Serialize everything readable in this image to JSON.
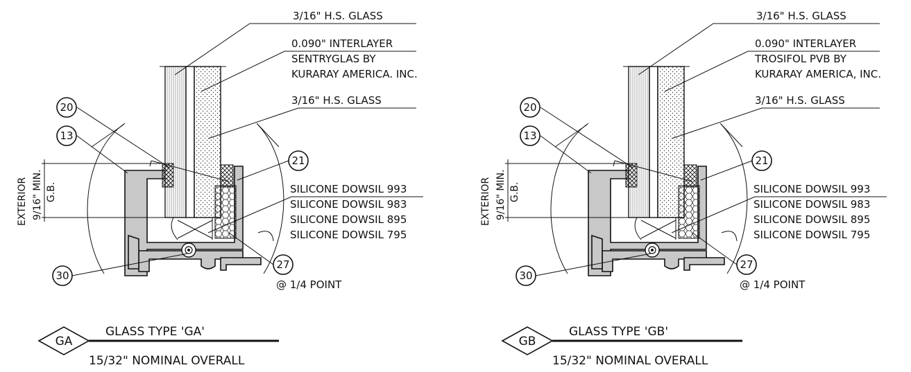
{
  "details": [
    {
      "tag": "GA",
      "title": "GLASS TYPE 'GA'",
      "subtitle": "15/32\" NOMINAL OVERALL",
      "labels": {
        "glass_outer": "3/16\" H.S. GLASS",
        "interlayer_line1": "0.090\" INTERLAYER",
        "interlayer_line2": "SENTRYGLAS BY",
        "interlayer_line3": "KURARAY AMERICA. INC.",
        "glass_inner": "3/16\" H.S. GLASS",
        "silicone_1": "SILICONE DOWSIL 993",
        "silicone_2": "SILICONE DOWSIL 983",
        "silicone_3": "SILICONE DOWSIL 895",
        "silicone_4": "SILICONE DOWSIL 795",
        "point_note": "@ 1/4 POINT",
        "exterior": "EXTERIOR",
        "bite_dim": "9/16\" MIN.",
        "bite_abbr": "G.B."
      },
      "callouts": [
        "20",
        "13",
        "21",
        "27",
        "30"
      ]
    },
    {
      "tag": "GB",
      "title": "GLASS TYPE 'GB'",
      "subtitle": "15/32\" NOMINAL OVERALL",
      "labels": {
        "glass_outer": "3/16\" H.S. GLASS",
        "interlayer_line1": "0.090\" INTERLAYER",
        "interlayer_line2": "TROSIFOL PVB BY",
        "interlayer_line3": "KURARAY AMERICA, INC.",
        "glass_inner": "3/16\" H.S. GLASS",
        "silicone_1": "SILICONE DOWSIL 993",
        "silicone_2": "SILICONE DOWSIL 983",
        "silicone_3": "SILICONE DOWSIL 895",
        "silicone_4": "SILICONE DOWSIL 795",
        "point_note": "@ 1/4 POINT",
        "exterior": "EXTERIOR",
        "bite_dim": "9/16\" MIN.",
        "bite_abbr": "G.B."
      },
      "callouts": [
        "20",
        "13",
        "21",
        "27",
        "30"
      ]
    }
  ]
}
